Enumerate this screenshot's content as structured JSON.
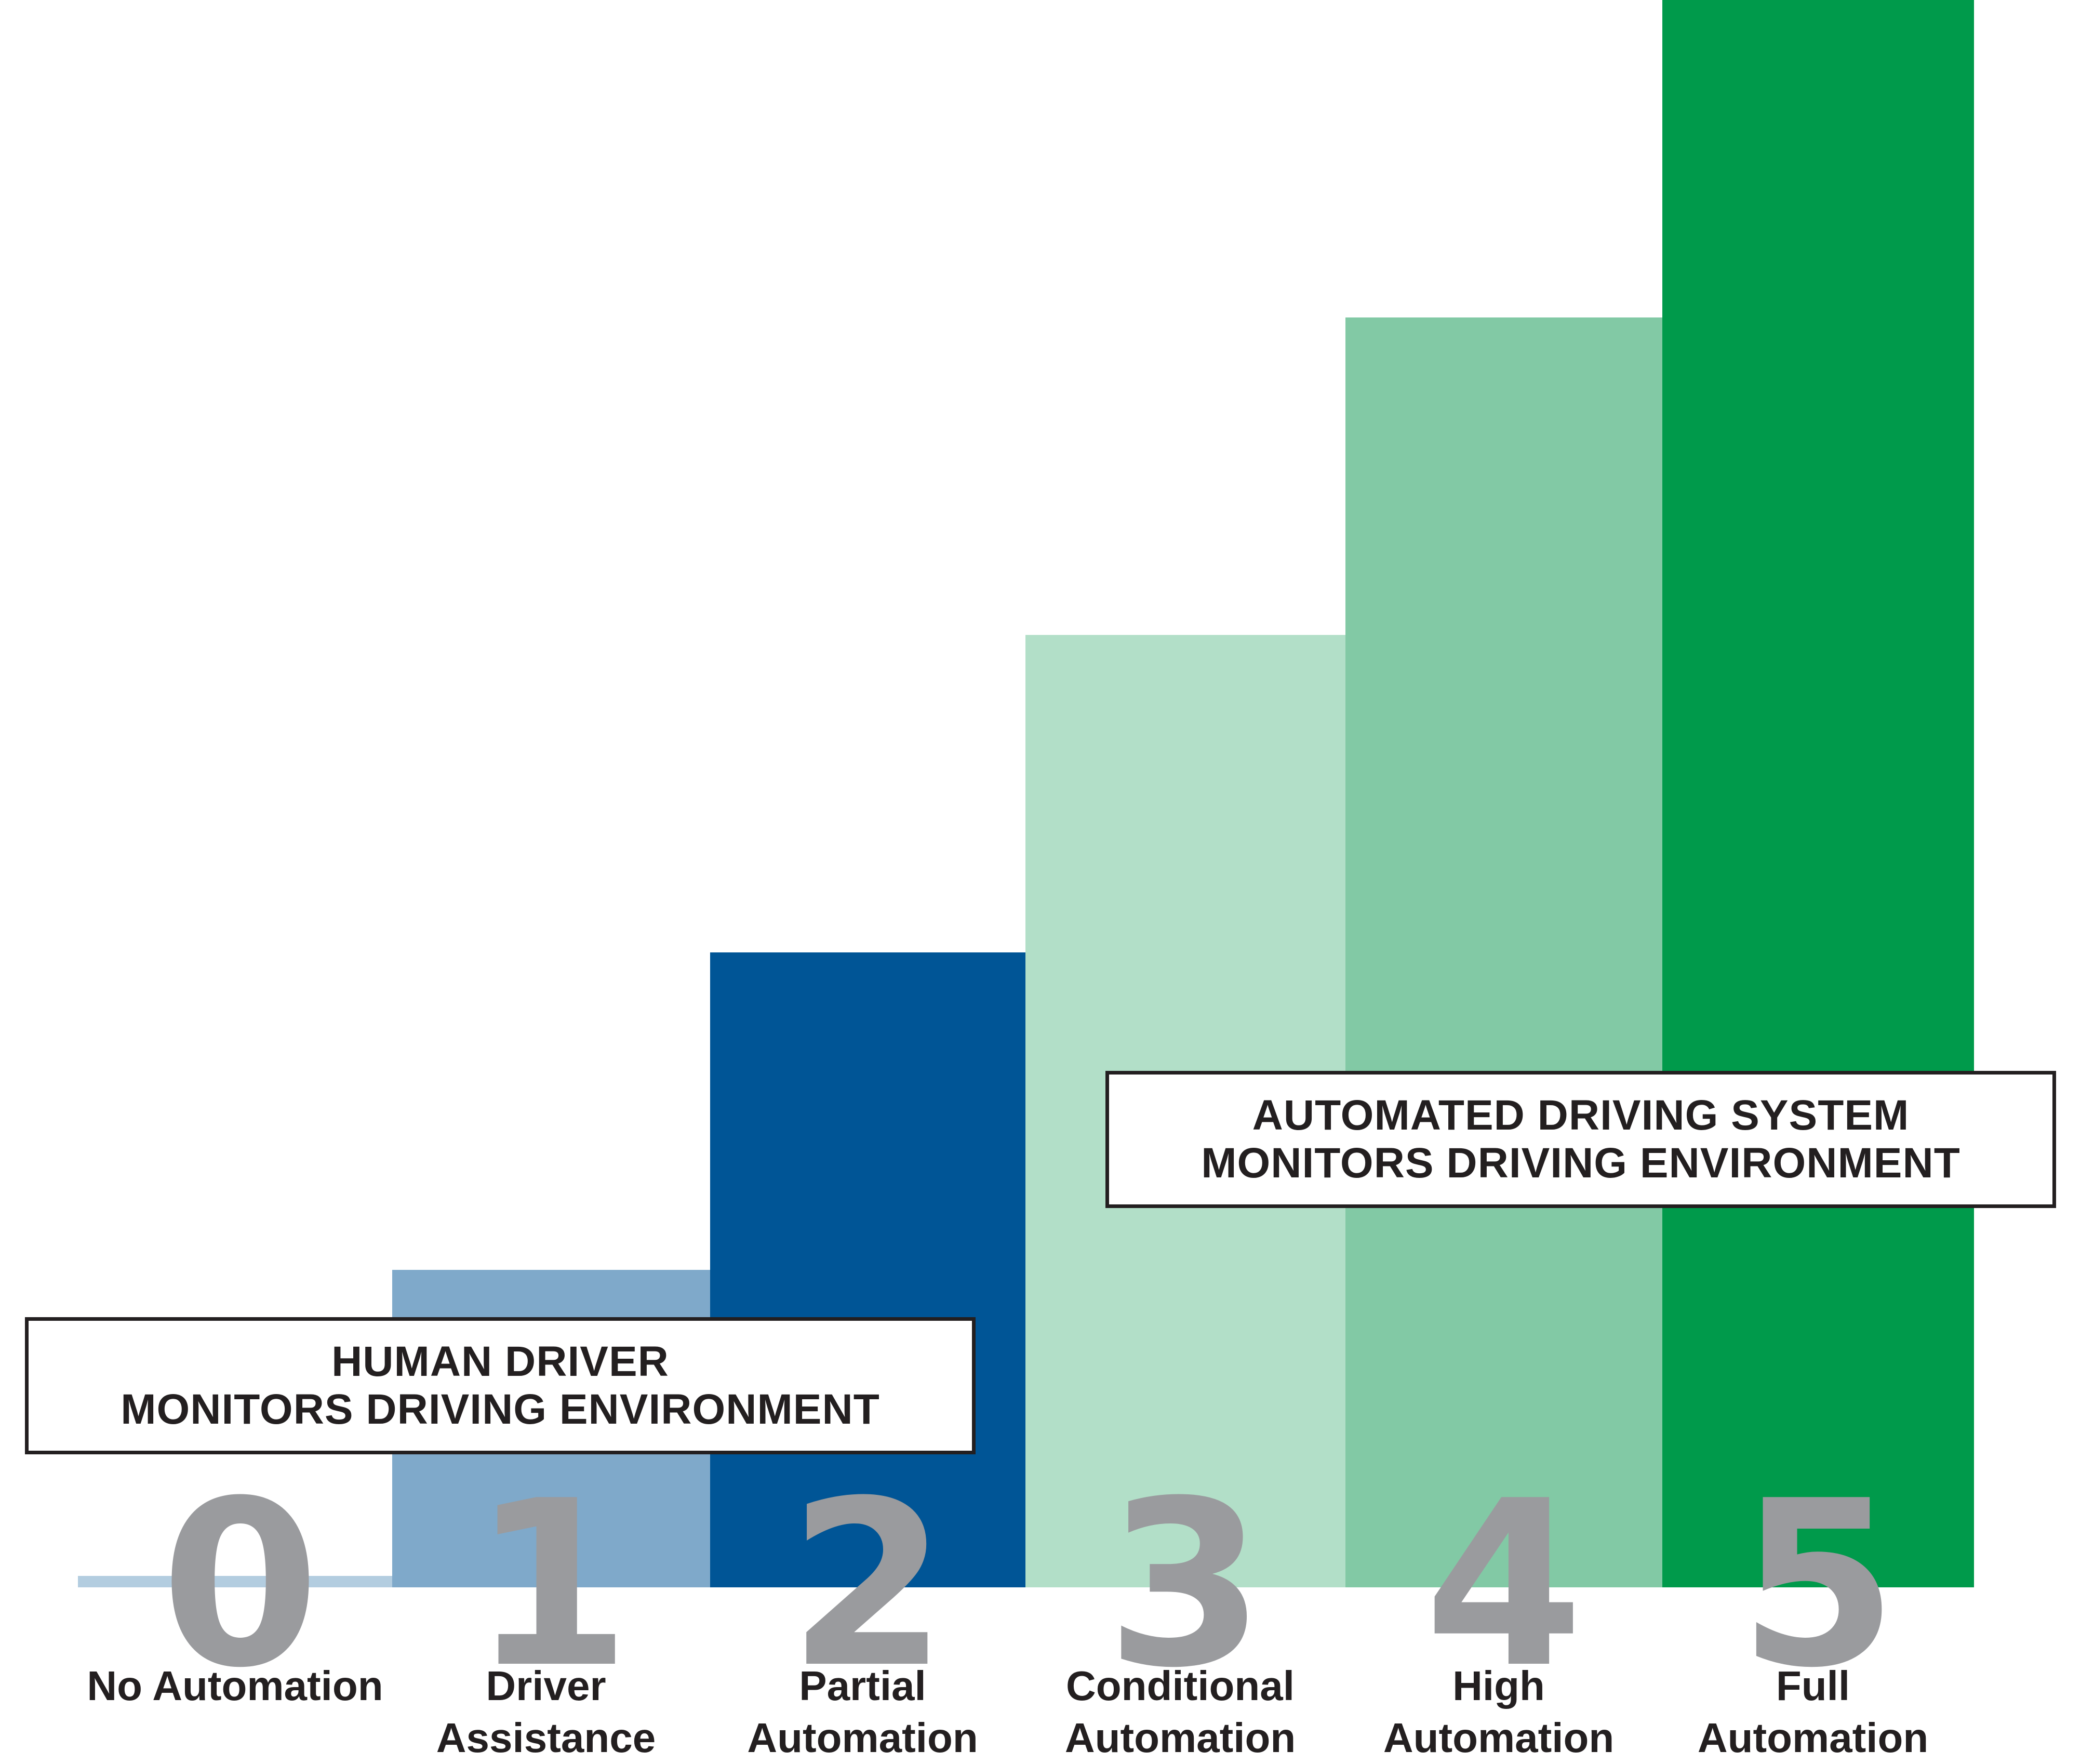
{
  "chart_data": {
    "type": "bar",
    "categories": [
      "0",
      "1",
      "2",
      "3",
      "4",
      "5"
    ],
    "category_names": [
      [
        "No Automation"
      ],
      [
        "Driver",
        "Assistance"
      ],
      [
        "Partial",
        "Automation"
      ],
      [
        "Conditional",
        "Automation"
      ],
      [
        "High",
        "Automation"
      ],
      [
        "Full",
        "Automation"
      ]
    ],
    "values": [
      0,
      1,
      2,
      3,
      4,
      5
    ],
    "colors": [
      "#b3cde0",
      "#7fa9ca",
      "#005596",
      "#b2dfc8",
      "#82c9a5",
      "#009a4b"
    ],
    "ylim": [
      0,
      5
    ],
    "grid": false,
    "legend": "none",
    "annotations": [
      {
        "lines": [
          "HUMAN DRIVER",
          "MONITORS DRIVING ENVIRONMENT"
        ],
        "applies_to": [
          "0",
          "1",
          "2"
        ]
      },
      {
        "lines": [
          "AUTOMATED DRIVING SYSTEM",
          "MONITORS DRIVING ENVIRONMENT"
        ],
        "applies_to": [
          "3",
          "4",
          "5"
        ]
      }
    ]
  }
}
